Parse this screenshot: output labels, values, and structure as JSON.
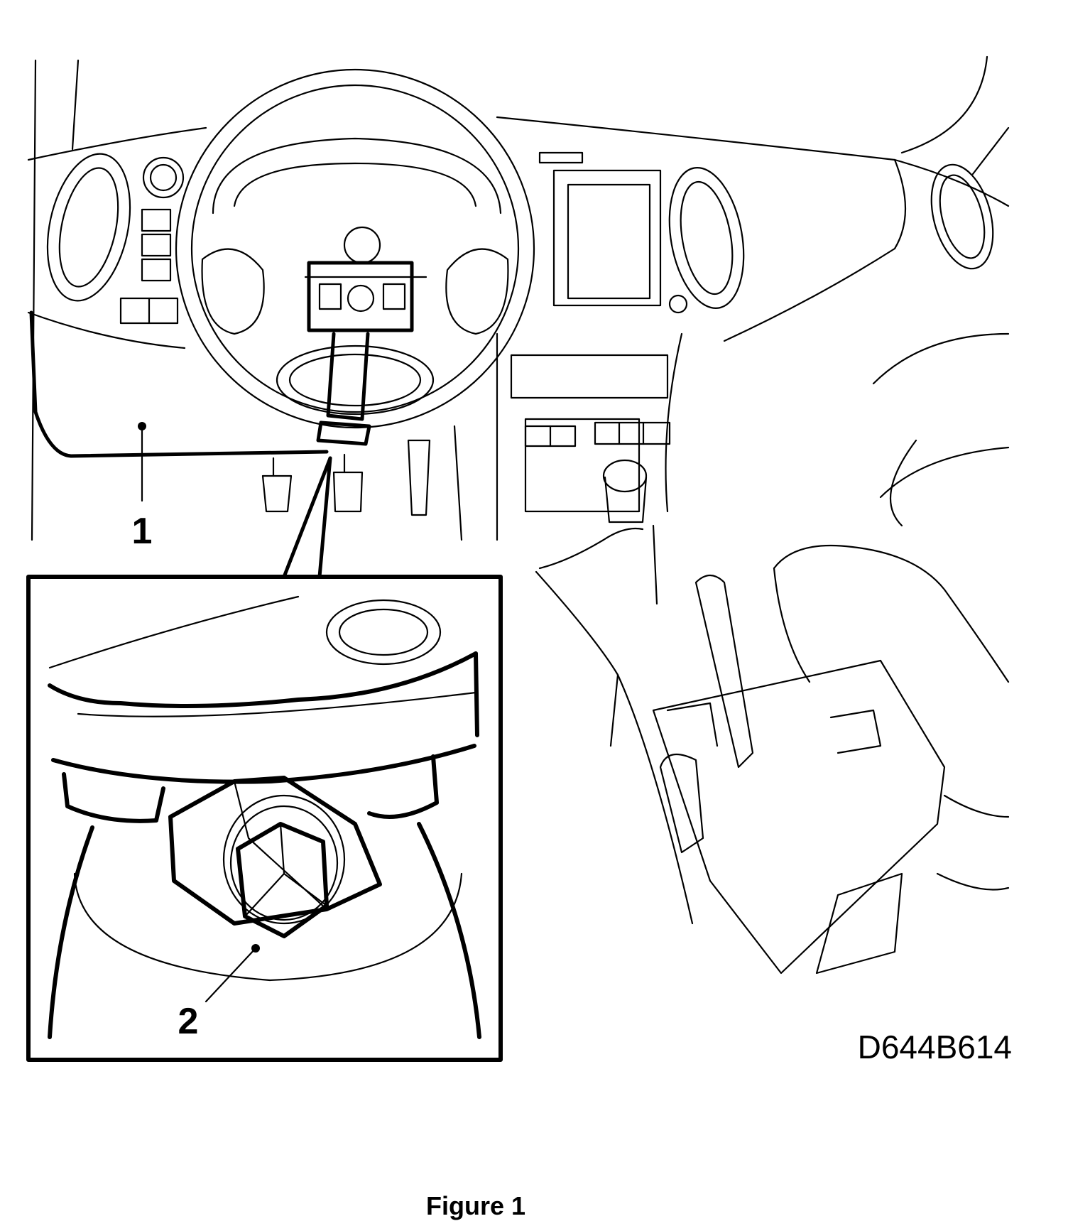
{
  "callouts": [
    {
      "label": "1"
    },
    {
      "label": "2"
    }
  ],
  "figure_code": "D644B614",
  "caption": "Figure 1",
  "colors": {
    "ink": "#000000",
    "paper": "#ffffff"
  }
}
